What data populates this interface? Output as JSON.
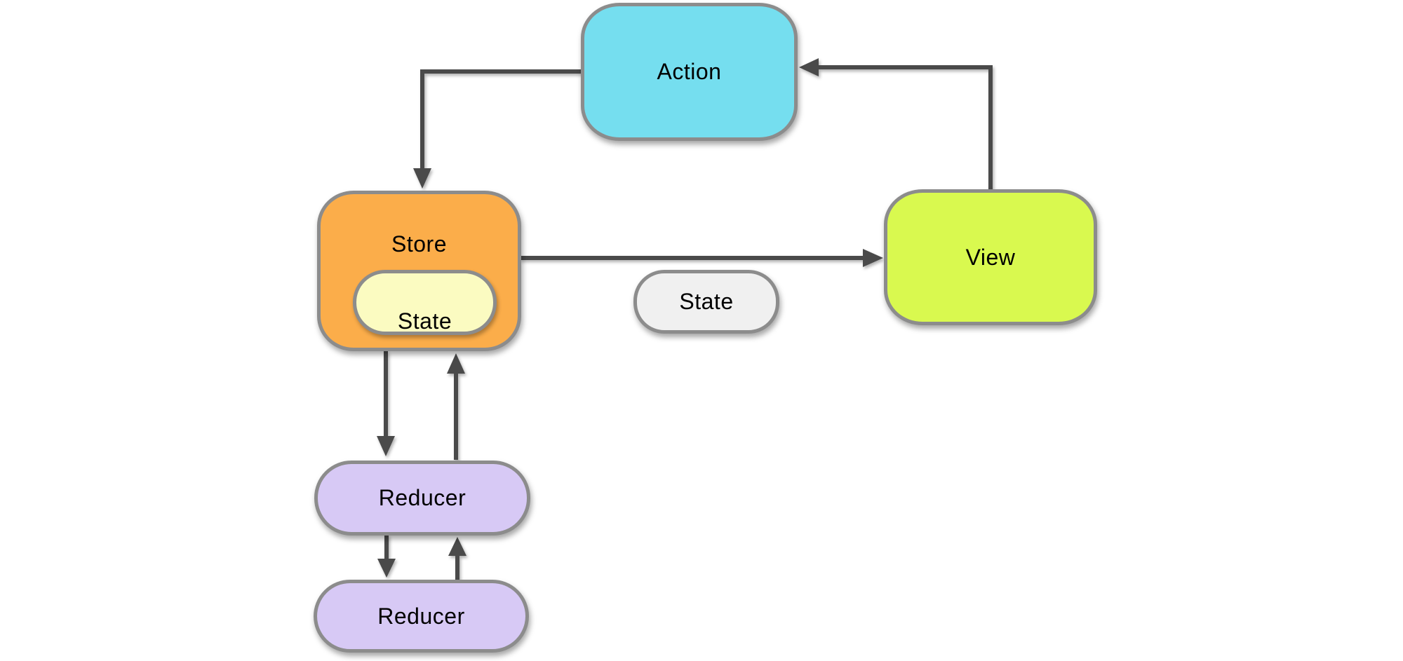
{
  "diagram": {
    "type": "flow-diagram",
    "subject": "Redux unidirectional data flow",
    "colors": {
      "background": "#ffffff",
      "border": "#8c8c8c",
      "arrow": "#4a4a4a",
      "text": "#000000"
    },
    "nodes": {
      "action": {
        "label": "Action",
        "fill": "#75deef"
      },
      "store": {
        "label": "Store",
        "fill": "#fbad4a"
      },
      "store_state": {
        "label": "State",
        "fill": "#fbfbc1"
      },
      "state": {
        "label": "State",
        "fill": "#f0f0f0"
      },
      "view": {
        "label": "View",
        "fill": "#d9f94f"
      },
      "reducer1": {
        "label": "Reducer",
        "fill": "#d7c9f5"
      },
      "reducer2": {
        "label": "Reducer",
        "fill": "#d7c9f5"
      }
    },
    "edges": [
      {
        "from": "view",
        "to": "action"
      },
      {
        "from": "action",
        "to": "store"
      },
      {
        "from": "store",
        "to": "view"
      },
      {
        "from": "store",
        "to": "reducer1"
      },
      {
        "from": "reducer1",
        "to": "store"
      },
      {
        "from": "reducer1",
        "to": "reducer2"
      },
      {
        "from": "reducer2",
        "to": "reducer1"
      }
    ]
  }
}
